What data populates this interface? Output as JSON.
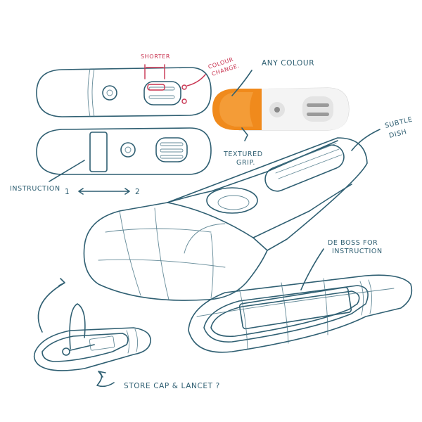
{
  "colors": {
    "ink": "#2f5f72",
    "red_ink": "#c8324f",
    "orange_cap": "#f08a1c",
    "body_grey": "#eeeeee"
  },
  "annotations": {
    "shorter": "Shorter",
    "colour_change_1": "Colour",
    "colour_change_2": "Change.",
    "any_colour": "Any colour",
    "subtle_dish_1": "Subtle",
    "subtle_dish_2": "Dish",
    "textured_grip_1": "Textured",
    "textured_grip_2": "Grip.",
    "instruction": "Instruction",
    "step_1": "1",
    "step_2": "2",
    "deboss_1": "De Boss for",
    "deboss_2": "instruction",
    "store_cap": "Store cap & Lancet ?"
  }
}
